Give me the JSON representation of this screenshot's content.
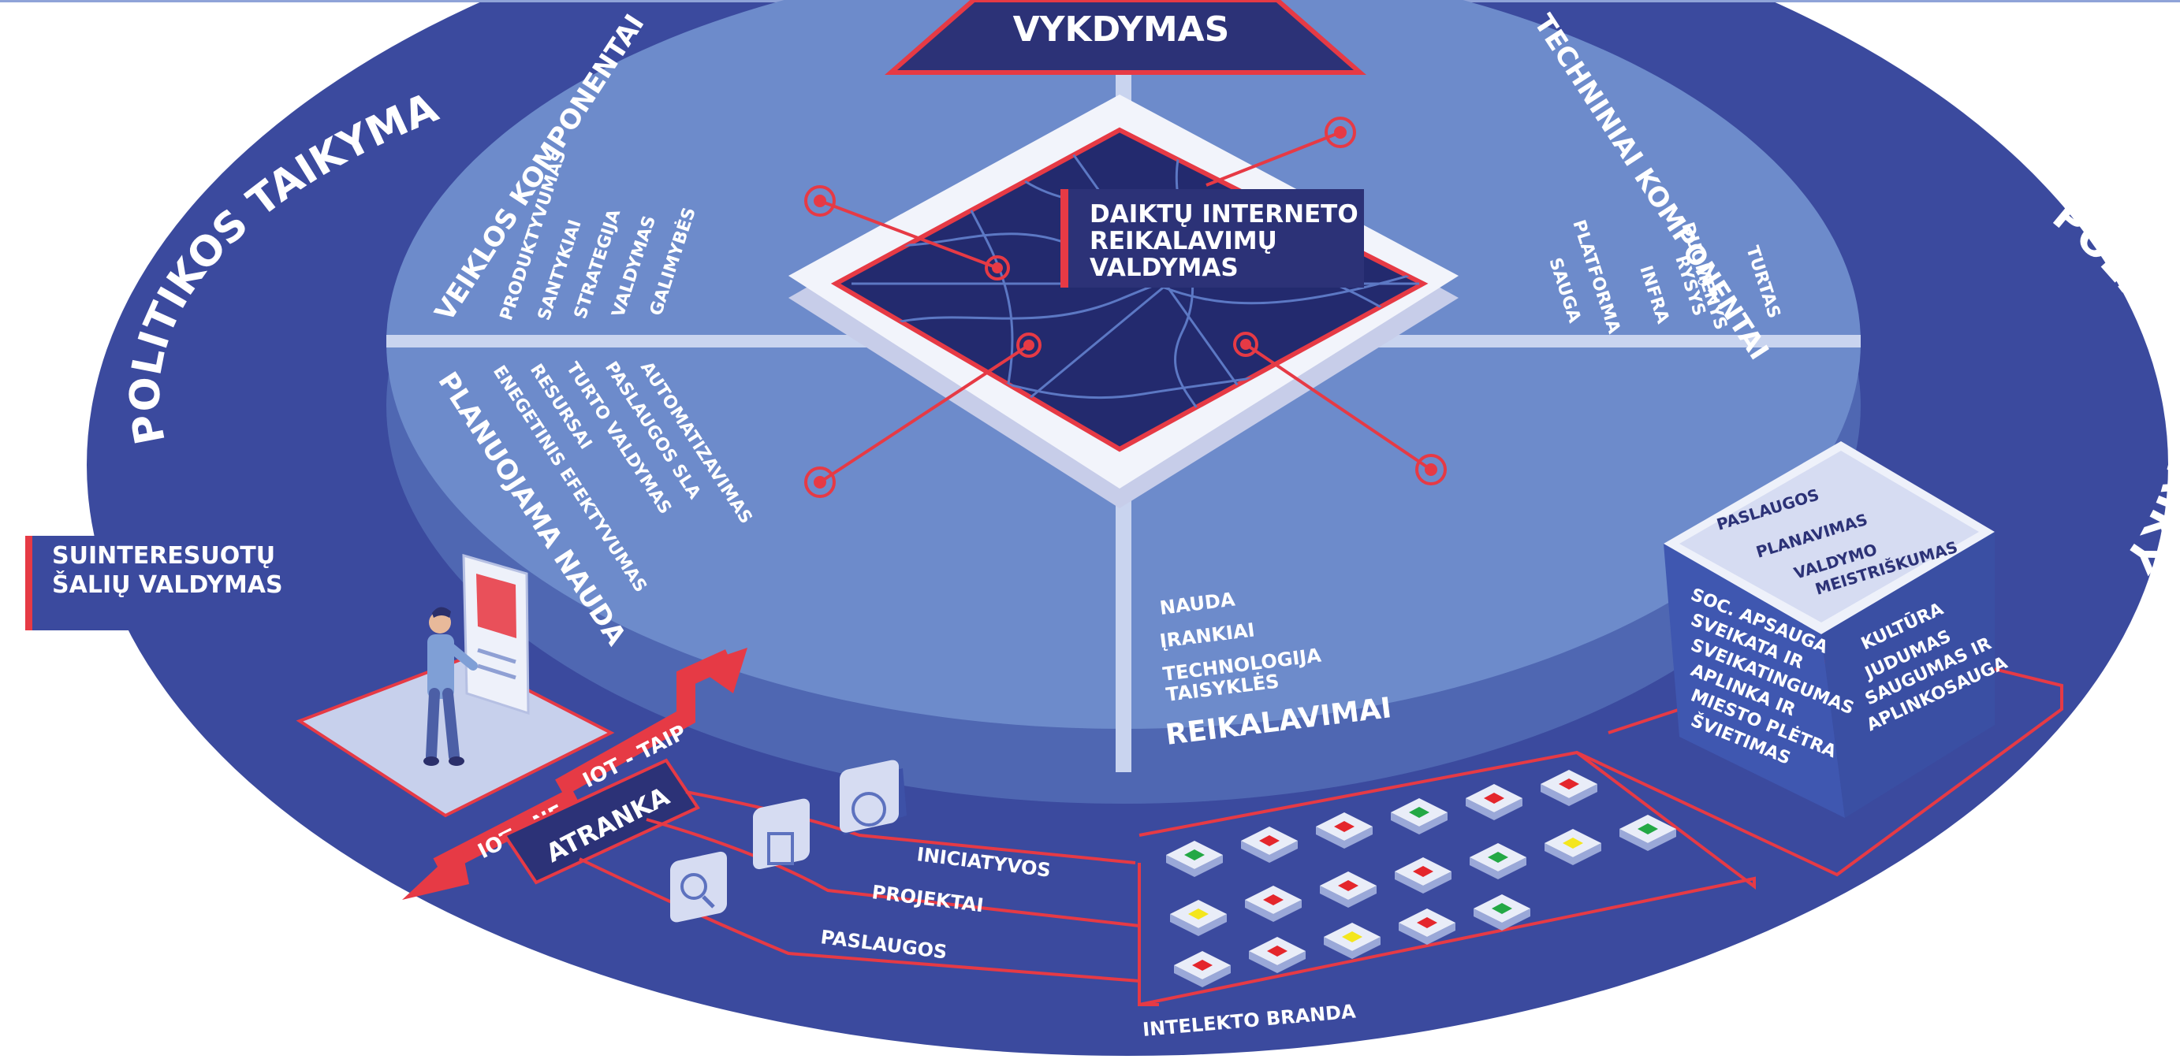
{
  "header": {
    "title": "VYKDYMAS"
  },
  "center": {
    "lines": [
      "DAIKTŲ INTERNETO",
      "REIKALAVIMŲ",
      "VALDYMAS"
    ]
  },
  "outer": {
    "left_title": "POLITIKOS TAIKYMAS",
    "right_title": "POLITIKOS TAIKYMAS"
  },
  "quadrants": {
    "veiklos": {
      "title": "VEIKLOS KOMPONENTAI",
      "items": [
        "PRODUKTYVUMAS",
        "SANTYKIAI",
        "STRATEGIJA",
        "VALDYMAS",
        "GALIMYBĖS"
      ]
    },
    "techniniai": {
      "title": "TECHNINIAI KOMPONENTAI",
      "items": [
        "TURTAS",
        "DUOMENYS",
        "RYŠYS",
        "INFRA",
        "PLATFORMA",
        "SAUGA"
      ]
    },
    "nauda": {
      "title": "PLANUOJAMA NAUDA",
      "items": [
        "AUTOMATIZAVIMAS",
        "PASLAUGOS SLA",
        "TURTO VALDYMAS",
        "RESURSAI",
        "ENEGETINIS EFEKTYVUMAS"
      ]
    },
    "reikalavimai": {
      "title": "REIKALAVIMAI",
      "items": [
        "NAUDA",
        "ĮRANKIAI",
        "TECHNOLOGIJA",
        "TAISYKLĖS"
      ]
    }
  },
  "stakeholder": {
    "lines": [
      "SUINTERESUOTŲ",
      "ŠALIŲ VALDYMAS"
    ]
  },
  "selection": {
    "title": "ATRANKA",
    "yes": "IOT - TAIP",
    "no": "IOT - NE"
  },
  "streams": [
    "INICIATYVOS",
    "PROJEKTAI",
    "PASLAUGOS"
  ],
  "maturity": {
    "title": "INTELEKTO BRANDA",
    "rows": [
      [
        "green",
        "red",
        "red",
        "green",
        "red",
        "red"
      ],
      [
        "yellow",
        "red",
        "red",
        "red",
        "green",
        "yellow",
        "green"
      ],
      [
        "red",
        "red",
        "yellow",
        "red",
        "green"
      ]
    ]
  },
  "cube": {
    "top": [
      "PASLAUGOS",
      "PLANAVIMAS",
      "VALDYMO",
      "MEISTRIŠKUMAS"
    ],
    "left": [
      "SOC. APSAUGA",
      "SVEIKATA IR",
      "SVEIKATINGUMAS",
      "APLINKA IR",
      "MIESTO PLĖTRA",
      "ŠVIETIMAS"
    ],
    "right": [
      "KULTŪRA",
      "JUDUMAS",
      "SAUGUMAS IR",
      "APLINKOSAUGA"
    ]
  },
  "colors": {
    "outer_ring": "#3b4a9e",
    "disc": "#6d8bcb",
    "disc_side": "#4f67b2",
    "navy": "#2c3277",
    "accent_red": "#e63a45",
    "map_bg": "#232a6e",
    "white": "#ffffff",
    "status_green": "#23a845",
    "status_red": "#e4262c",
    "status_yellow": "#f4e61e"
  },
  "icons": [
    "person-icon",
    "kiosk-icon",
    "gear-icon",
    "document-icon",
    "magnifier-icon",
    "red-arrow-icon"
  ]
}
